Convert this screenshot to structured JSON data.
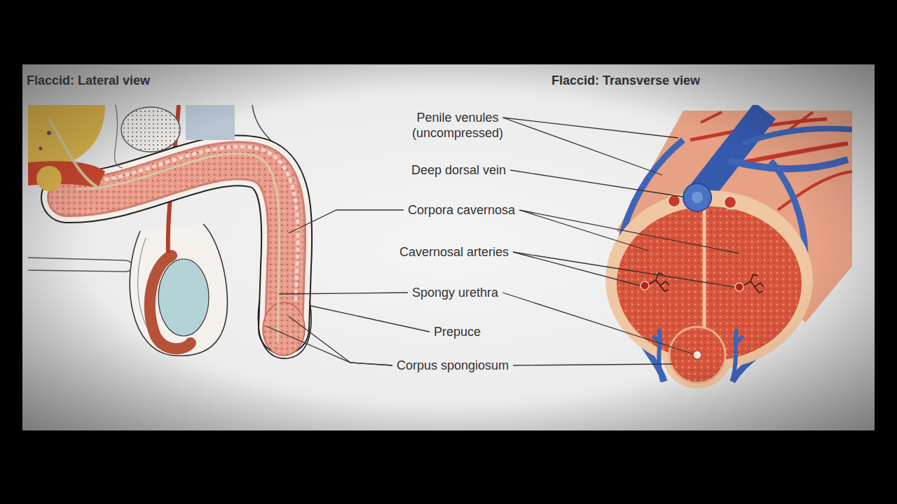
{
  "diagram": {
    "labels": [
      "Flaccid: Lateral view",
      "Flaccid: Transverse view",
      "Penile venules (uncompressed)",
      "Deep dorsal vein",
      "Corpora cavernosa",
      "Cavernosal arteries",
      "Spongy urethra",
      "Prepuce",
      "Corpus spongiosum"
    ]
  }
}
